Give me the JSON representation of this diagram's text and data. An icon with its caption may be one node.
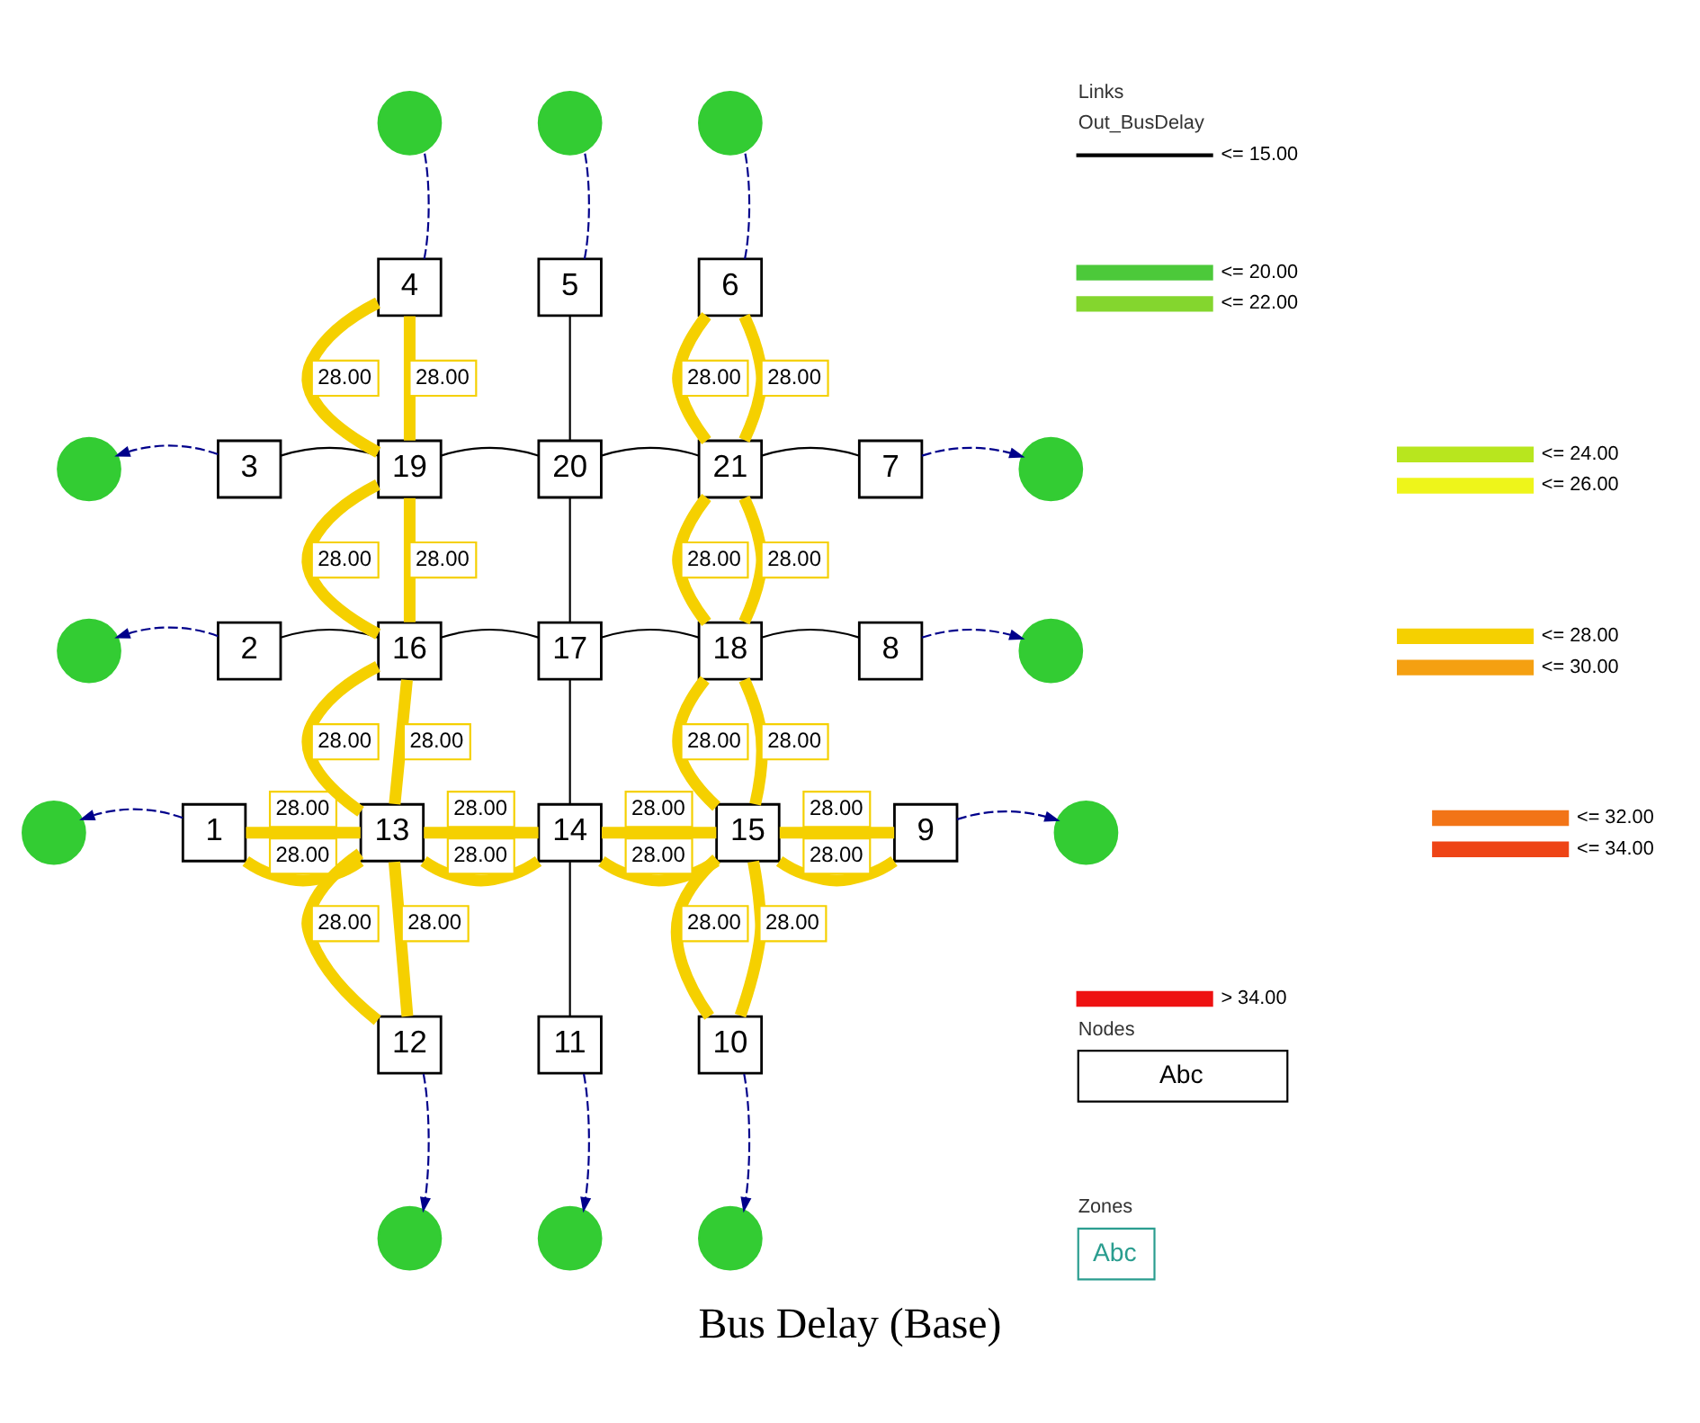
{
  "diagram": {
    "caption": "Bus Delay (Base)",
    "nodes": [
      {
        "text": [
          "1"
        ]
      },
      {
        "text": [
          "2"
        ]
      },
      {
        "text": [
          "3"
        ]
      },
      {
        "text": [
          "4"
        ]
      },
      {
        "text": [
          "5"
        ]
      },
      {
        "text": [
          "6"
        ]
      },
      {
        "text": [
          "7"
        ]
      },
      {
        "text": [
          "8"
        ]
      },
      {
        "text": [
          "9"
        ]
      },
      {
        "text": [
          "10"
        ]
      },
      {
        "text": [
          "11"
        ]
      },
      {
        "text": [
          "12"
        ]
      },
      {
        "text": [
          "13"
        ]
      },
      {
        "text": [
          "14"
        ]
      },
      {
        "text": [
          "15"
        ]
      },
      {
        "text": [
          "16"
        ]
      },
      {
        "text": [
          "17"
        ]
      },
      {
        "text": [
          "18"
        ]
      },
      {
        "text": [
          "19"
        ]
      },
      {
        "text": [
          "20"
        ]
      },
      {
        "text": [
          "21"
        ]
      },
      {
        "text": [],
        "shape": "circle"
      },
      {
        "text": [],
        "shape": "circle"
      },
      {
        "text": [],
        "shape": "circle"
      },
      {
        "text": [],
        "shape": "circle"
      },
      {
        "text": [],
        "shape": "circle"
      },
      {
        "text": [],
        "shape": "circle"
      },
      {
        "text": [],
        "shape": "circle"
      },
      {
        "text": [],
        "shape": "circle"
      },
      {
        "text": [],
        "shape": "circle"
      },
      {
        "text": [],
        "shape": "circle"
      },
      {
        "text": [],
        "shape": "circle"
      },
      {
        "text": [],
        "shape": "circle"
      }
    ],
    "edges": [
      {
        "from": 3,
        "to": 18,
        "arrow": "none",
        "label": "28.00",
        "style": "thick"
      },
      {
        "from": 3,
        "to": 18,
        "arrow": "none",
        "label": "28.00",
        "style": "thick"
      },
      {
        "from": 4,
        "to": 19,
        "arrow": "none",
        "color": "#000000"
      },
      {
        "from": 5,
        "to": 20,
        "arrow": "none",
        "label": "28.00",
        "style": "thick"
      },
      {
        "from": 5,
        "to": 20,
        "arrow": "none",
        "label": "28.00",
        "style": "thick"
      },
      {
        "from": 2,
        "to": 18,
        "arrow": "none",
        "color": "#000000"
      },
      {
        "from": 18,
        "to": 19,
        "arrow": "none",
        "color": "#000000"
      },
      {
        "from": 19,
        "to": 20,
        "arrow": "none",
        "color": "#000000"
      },
      {
        "from": 20,
        "to": 6,
        "arrow": "none",
        "color": "#000000"
      },
      {
        "from": 18,
        "to": 15,
        "arrow": "none",
        "label": "28.00",
        "style": "thick"
      },
      {
        "from": 18,
        "to": 15,
        "arrow": "none",
        "label": "28.00",
        "style": "thick"
      },
      {
        "from": 19,
        "to": 16,
        "arrow": "none",
        "color": "#000000"
      },
      {
        "from": 20,
        "to": 17,
        "arrow": "none",
        "label": "28.00",
        "style": "thick"
      },
      {
        "from": 20,
        "to": 17,
        "arrow": "none",
        "label": "28.00",
        "style": "thick"
      },
      {
        "from": 1,
        "to": 15,
        "arrow": "none",
        "color": "#000000"
      },
      {
        "from": 15,
        "to": 16,
        "arrow": "none",
        "color": "#000000"
      },
      {
        "from": 16,
        "to": 17,
        "arrow": "none",
        "color": "#000000"
      },
      {
        "from": 17,
        "to": 7,
        "arrow": "none",
        "color": "#000000"
      },
      {
        "from": 15,
        "to": 12,
        "arrow": "none",
        "label": "28.00",
        "style": "thick"
      },
      {
        "from": 15,
        "to": 12,
        "arrow": "none",
        "label": "28.00",
        "style": "thick"
      },
      {
        "from": 16,
        "to": 13,
        "arrow": "none",
        "color": "#000000"
      },
      {
        "from": 17,
        "to": 14,
        "arrow": "none",
        "label": "28.00",
        "style": "thick"
      },
      {
        "from": 17,
        "to": 14,
        "arrow": "none",
        "label": "28.00",
        "style": "thick"
      },
      {
        "from": 0,
        "to": 12,
        "arrow": "none",
        "label": "28.00",
        "style": "thick"
      },
      {
        "from": 0,
        "to": 12,
        "arrow": "none",
        "label": "28.00",
        "style": "thick"
      },
      {
        "from": 12,
        "to": 13,
        "arrow": "none",
        "label": "28.00",
        "style": "thick"
      },
      {
        "from": 12,
        "to": 13,
        "arrow": "none",
        "label": "28.00",
        "style": "thick"
      },
      {
        "from": 13,
        "to": 14,
        "arrow": "none",
        "label": "28.00",
        "style": "thick"
      },
      {
        "from": 13,
        "to": 14,
        "arrow": "none",
        "label": "28.00",
        "style": "thick"
      },
      {
        "from": 14,
        "to": 8,
        "arrow": "none",
        "label": "28.00",
        "style": "thick"
      },
      {
        "from": 14,
        "to": 8,
        "arrow": "none",
        "label": "28.00",
        "style": "thick"
      },
      {
        "from": 12,
        "to": 11,
        "arrow": "none",
        "label": "28.00",
        "style": "thick"
      },
      {
        "from": 12,
        "to": 11,
        "arrow": "none",
        "label": "28.00",
        "style": "thick"
      },
      {
        "from": 13,
        "to": 10,
        "arrow": "none",
        "color": "#000000"
      },
      {
        "from": 14,
        "to": 9,
        "arrow": "none",
        "label": "28.00",
        "style": "thick"
      },
      {
        "from": 14,
        "to": 9,
        "arrow": "none",
        "label": "28.00",
        "style": "thick"
      },
      {
        "from": 3,
        "to": 21,
        "arrow": "none",
        "style": "dashed",
        "color": "#00008b"
      },
      {
        "from": 4,
        "to": 22,
        "arrow": "none",
        "style": "dashed",
        "color": "#00008b"
      },
      {
        "from": 5,
        "to": 23,
        "arrow": "none",
        "style": "dashed",
        "color": "#00008b"
      },
      {
        "from": 2,
        "to": 24,
        "arrow": "to",
        "style": "dashed",
        "color": "#00008b"
      },
      {
        "from": 6,
        "to": 25,
        "arrow": "to",
        "style": "dashed",
        "color": "#00008b"
      },
      {
        "from": 1,
        "to": 26,
        "arrow": "to",
        "style": "dashed",
        "color": "#00008b"
      },
      {
        "from": 7,
        "to": 27,
        "arrow": "to",
        "style": "dashed",
        "color": "#00008b"
      },
      {
        "from": 0,
        "to": 28,
        "arrow": "to",
        "style": "dashed",
        "color": "#00008b"
      },
      {
        "from": 8,
        "to": 29,
        "arrow": "to",
        "style": "dashed",
        "color": "#00008b"
      },
      {
        "from": 11,
        "to": 30,
        "arrow": "to",
        "style": "dashed",
        "color": "#00008b"
      },
      {
        "from": 10,
        "to": 31,
        "arrow": "to",
        "style": "dashed",
        "color": "#00008b"
      },
      {
        "from": 9,
        "to": 32,
        "arrow": "to",
        "style": "dashed",
        "color": "#00008b"
      }
    ],
    "labels": [
      "Links",
      "Out_BusDelay",
      "Nodes",
      "Abc",
      "Zones",
      "Abc"
    ],
    "legend": [
      {
        "text": "<= 15.00"
      },
      {
        "text": "<= 20.00",
        "color": "#4cc93a"
      },
      {
        "text": "<= 22.00",
        "color": "#84d62e"
      },
      {
        "text": "<= 24.00",
        "color": "#b8e61e"
      },
      {
        "text": "<= 26.00",
        "color": "#eef51a"
      },
      {
        "text": "<= 28.00",
        "color": "#f5d000"
      },
      {
        "text": "<= 30.00",
        "color": "#f5a011"
      },
      {
        "text": "<= 32.00",
        "color": "#f27417"
      },
      {
        "text": "<= 34.00",
        "color": "#ee4416"
      },
      {
        "text": "> 34.00",
        "color": "#ee1111"
      }
    ]
  }
}
